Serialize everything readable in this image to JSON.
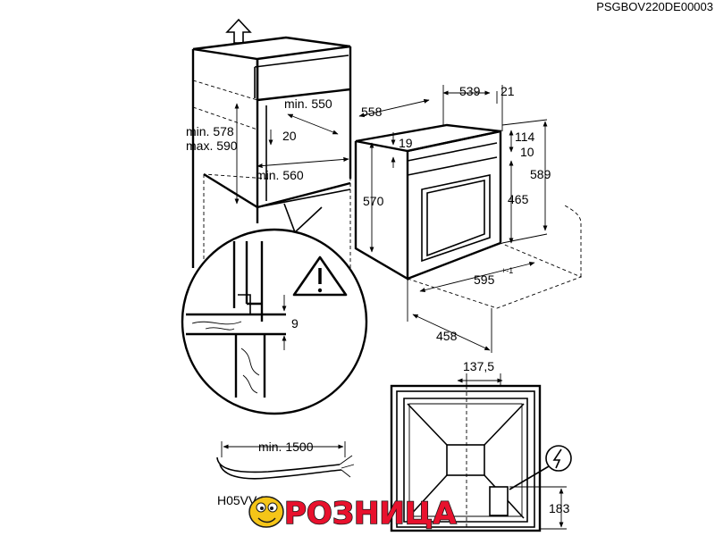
{
  "doc_code": "PSGBOV220DE00003",
  "niche": {
    "height_min": "min. 578",
    "height_max": "max. 590",
    "depth_min": "min. 550",
    "gap": "20",
    "width_min": "min. 560"
  },
  "detail": {
    "gap": "9"
  },
  "oven": {
    "depth": "558",
    "panel_depth": "539",
    "panel_thickness": "21",
    "top_offset": "19",
    "body_height": "570",
    "front_top": "114",
    "front_gap": "10",
    "front_height": "465",
    "total_height": "589",
    "width": "595",
    "width_tolerance": "+-1",
    "bottom_depth": "458"
  },
  "rear": {
    "offset": "137,5",
    "socket_height": "183"
  },
  "cable": {
    "length": "min. 1500",
    "type": "H05VV-F"
  },
  "watermark": {
    "text": "РОЗНИЦА",
    "color": "#e8112d"
  },
  "icons": [
    "up-arrow-icon",
    "warning-icon",
    "electric-plug-icon",
    "mascot-icon"
  ]
}
